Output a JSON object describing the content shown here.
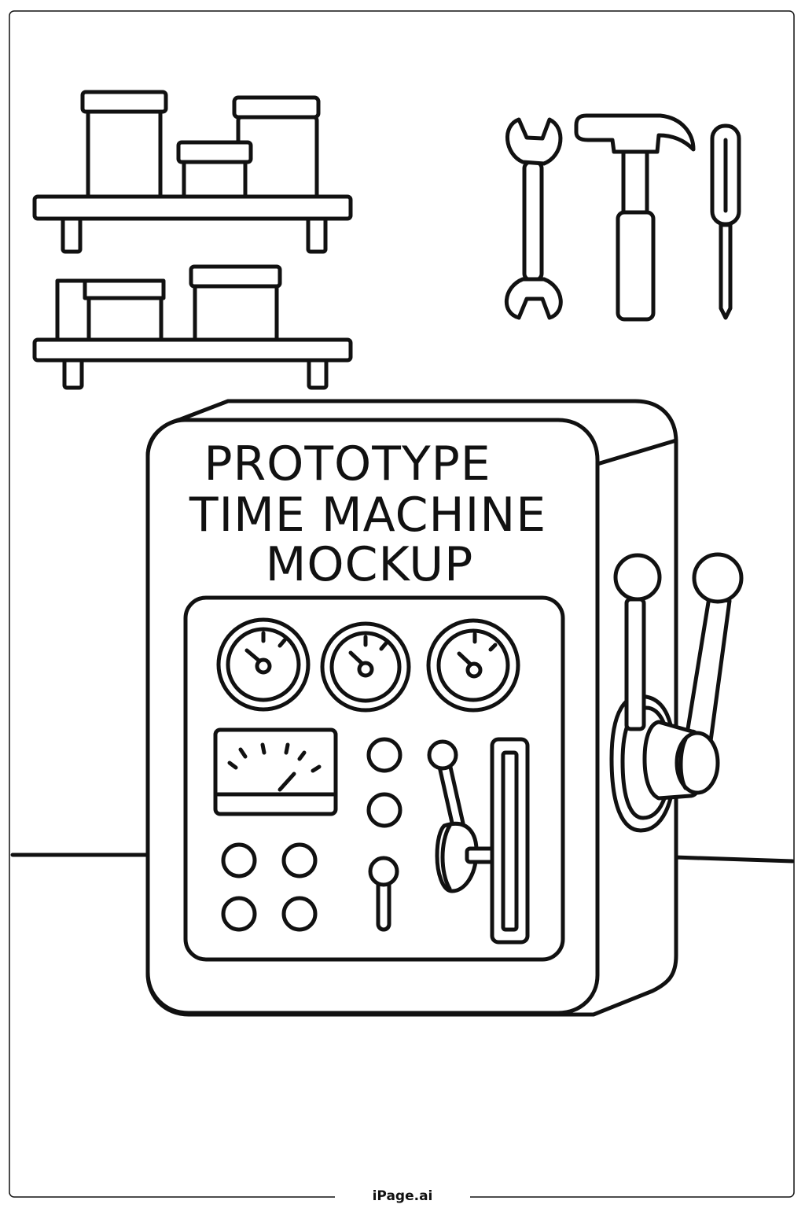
{
  "title": {
    "line1": "PROTOTYPE",
    "line2": "TIME MACHINE",
    "line3": "MOCKUP"
  },
  "footer": {
    "brand": "iPage.ai"
  },
  "colors": {
    "line": "#111111",
    "background": "#ffffff"
  },
  "icons": [
    "wrench-icon",
    "hammer-icon",
    "screwdriver-icon"
  ]
}
